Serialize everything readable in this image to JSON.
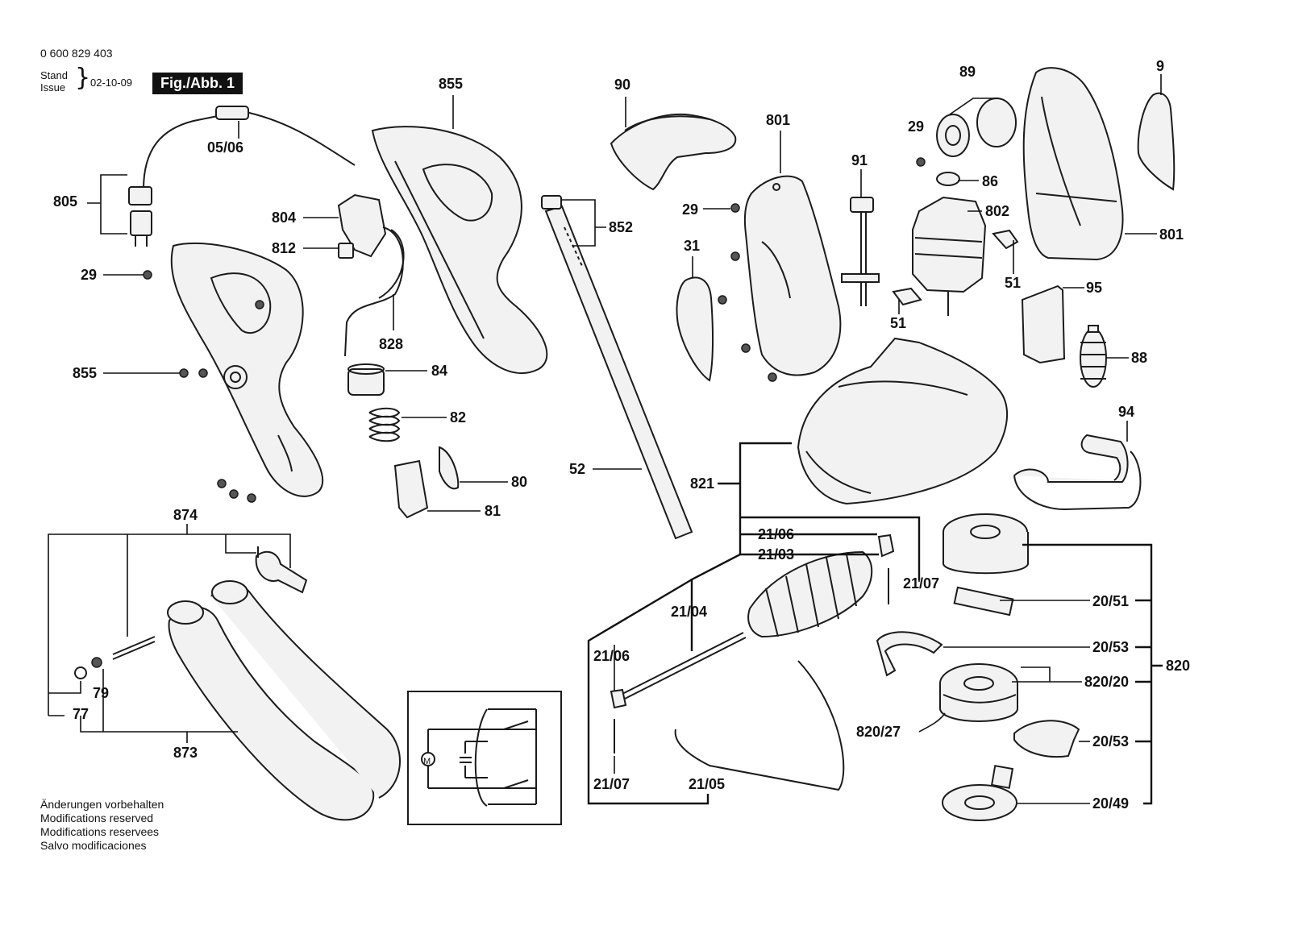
{
  "header": {
    "doc_number": "0 600 829 403",
    "stand_label": "Stand",
    "issue_label": "Issue",
    "date": "02-10-09",
    "figure_label": "Fig./Abb. 1"
  },
  "footer_notes": [
    "Änderungen vorbehalten",
    "Modifications reserved",
    "Modifications reservees",
    "Salvo modificaciones"
  ],
  "part_labels": {
    "p0506": "05/06",
    "p805": "805",
    "p29a": "29",
    "p855a": "855",
    "p855b": "855",
    "p804": "804",
    "p812": "812",
    "p828": "828",
    "p84": "84",
    "p82": "82",
    "p80": "80",
    "p81": "81",
    "p874": "874",
    "p79": "79",
    "p77": "77",
    "p873": "873",
    "p90": "90",
    "p852": "852",
    "p52": "52",
    "p801a": "801",
    "p29b": "29",
    "p31": "31",
    "p91": "91",
    "p29c": "29",
    "p89": "89",
    "p86": "86",
    "p802": "802",
    "p51a": "51",
    "p51b": "51",
    "p9": "9",
    "p801b": "801",
    "p95": "95",
    "p88": "88",
    "p94": "94",
    "p821": "821",
    "p2106a": "21/06",
    "p2103": "21/03",
    "p2107a": "21/07",
    "p2104": "21/04",
    "p2106b": "21/06",
    "p2107b": "21/07",
    "p2105": "21/05",
    "p2051": "20/51",
    "p2053a": "20/53",
    "p820": "820",
    "p82020": "820/20",
    "p82027": "820/27",
    "p2053b": "20/53",
    "p2049": "20/49"
  },
  "schematic": {
    "motor_symbol": "M"
  }
}
